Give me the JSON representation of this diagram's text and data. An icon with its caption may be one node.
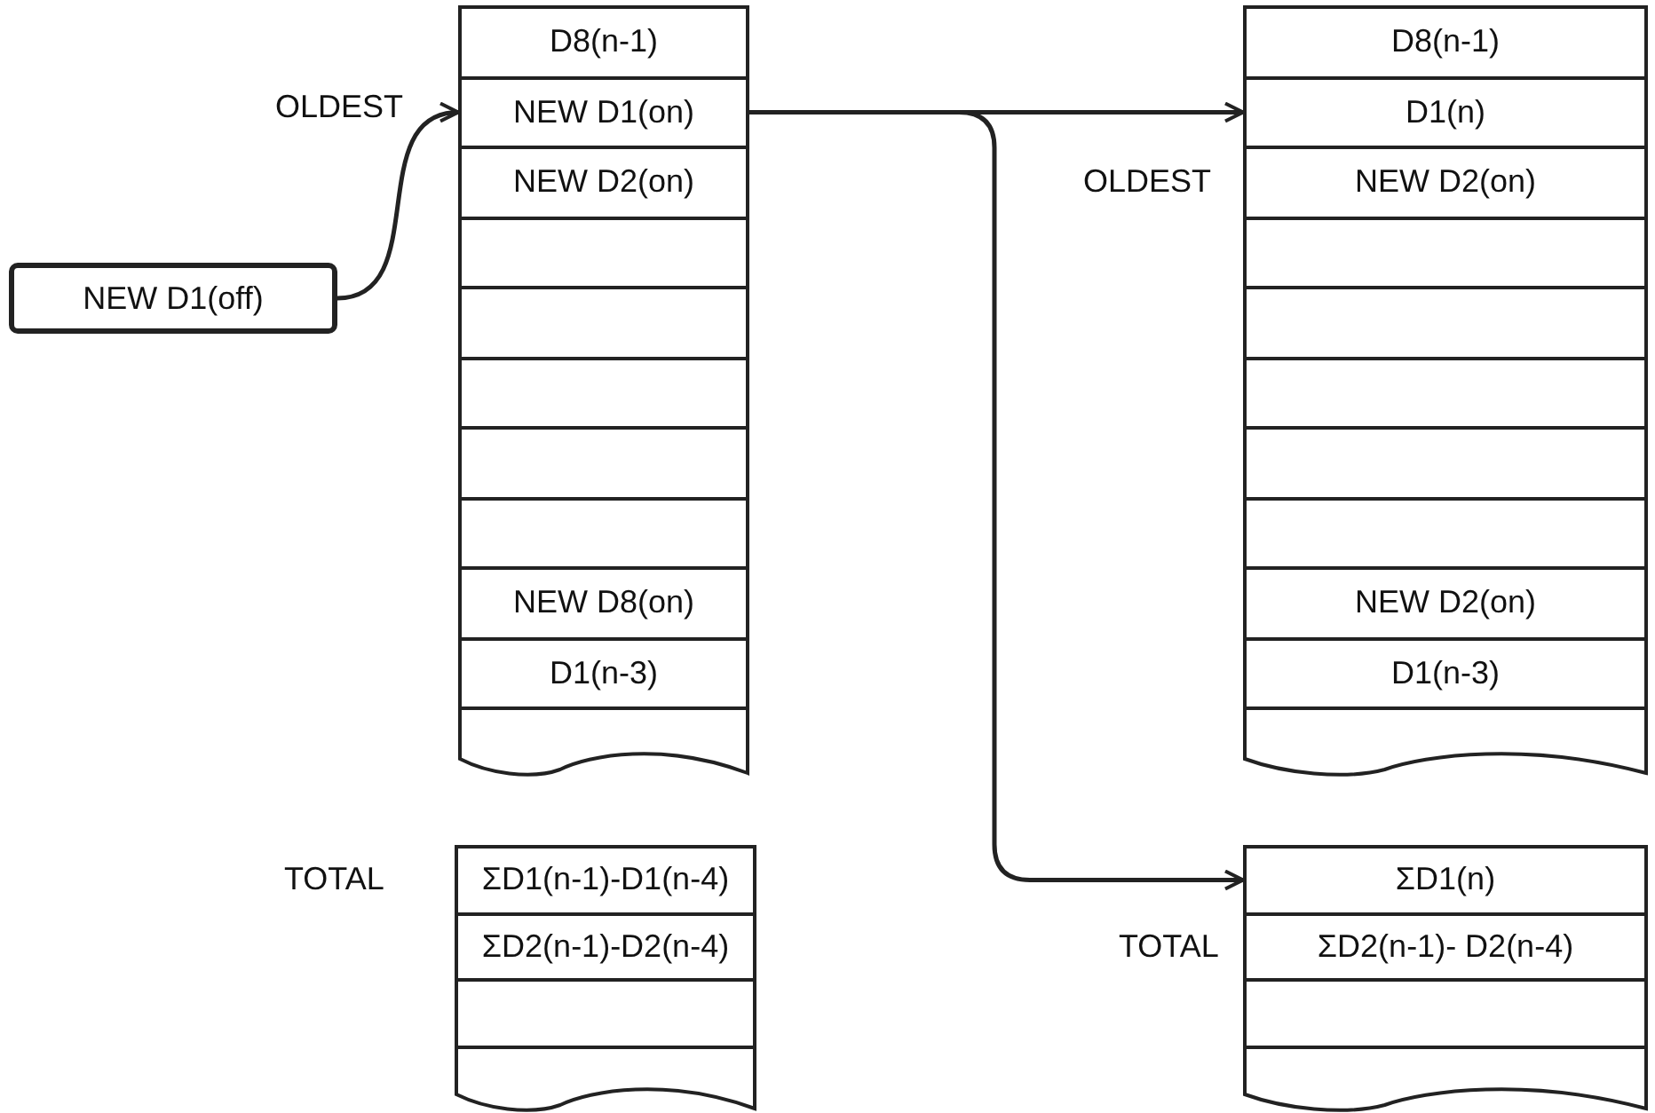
{
  "diagram": {
    "nodes": [
      {
        "text": [
          "NEW D1(off)"
        ]
      },
      {
        "text": [
          "D8(n-1)"
        ]
      },
      {
        "text": [
          "NEW D1(on)"
        ],
        "beside": [
          "OLDEST"
        ]
      },
      {
        "text": [
          "NEW D2(on)"
        ]
      },
      {
        "text": [],
        "shape": "box"
      },
      {
        "text": [],
        "shape": "box"
      },
      {
        "text": [],
        "shape": "box"
      },
      {
        "text": [],
        "shape": "box"
      },
      {
        "text": [],
        "shape": "box"
      },
      {
        "text": [
          "NEW D8(on)"
        ]
      },
      {
        "text": [
          "D1(n-3)"
        ]
      },
      {
        "text": [],
        "shape": "box"
      },
      {
        "text": [
          "D8(n-1)"
        ]
      },
      {
        "text": [
          "D1(n)"
        ]
      },
      {
        "text": [
          "NEW D2(on)"
        ],
        "beside": [
          "OLDEST"
        ]
      },
      {
        "text": [],
        "shape": "box"
      },
      {
        "text": [],
        "shape": "box"
      },
      {
        "text": [],
        "shape": "box"
      },
      {
        "text": [],
        "shape": "box"
      },
      {
        "text": [],
        "shape": "box"
      },
      {
        "text": [
          "NEW D2(on)"
        ]
      },
      {
        "text": [
          "D1(n-3)"
        ]
      },
      {
        "text": [],
        "shape": "box"
      },
      {
        "text": [
          "ΣD1(n-1)-D1(n-4)"
        ],
        "beside": [
          "TOTAL"
        ]
      },
      {
        "text": [
          "ΣD2(n-1)-D2(n-4)"
        ]
      },
      {
        "text": [],
        "shape": "box"
      },
      {
        "text": [],
        "shape": "box"
      },
      {
        "text": [
          "ΣD1(n)"
        ]
      },
      {
        "text": [
          "ΣD2(n-1)- D2(n-4)"
        ],
        "beside": [
          "TOTAL"
        ]
      },
      {
        "text": [],
        "shape": "box"
      },
      {
        "text": [],
        "shape": "box"
      }
    ],
    "edges": [
      {
        "from": 0,
        "to": 2,
        "arrow": "to"
      },
      {
        "from": 2,
        "to": 13,
        "arrow": "to"
      },
      {
        "from": 2,
        "to": 27,
        "arrow": "to"
      }
    ]
  }
}
